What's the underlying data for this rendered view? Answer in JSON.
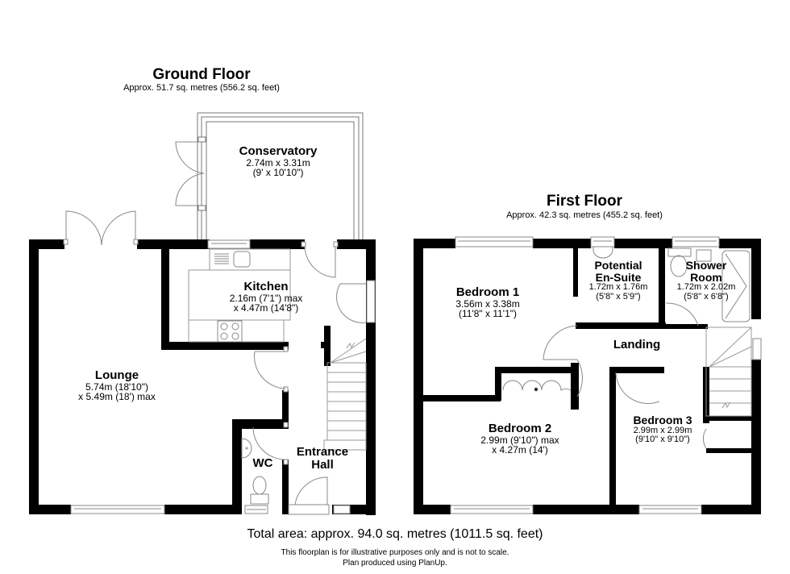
{
  "ground_floor": {
    "title": "Ground Floor",
    "area": "Approx. 51.7 sq. metres (556.2 sq. feet)",
    "rooms": {
      "conservatory": {
        "name": "Conservatory",
        "dim1": "2.74m x 3.31m",
        "dim2": "(9' x 10'10\")"
      },
      "kitchen": {
        "name": "Kitchen",
        "dim1": "2.16m (7'1\") max",
        "dim2": "x 4.47m (14'8\")"
      },
      "lounge": {
        "name": "Lounge",
        "dim1": "5.74m (18'10\")",
        "dim2": "x 5.49m (18') max"
      },
      "wc": {
        "name": "WC"
      },
      "entrance_hall": {
        "name1": "Entrance",
        "name2": "Hall"
      }
    }
  },
  "first_floor": {
    "title": "First Floor",
    "area": "Approx. 42.3 sq. metres (455.2 sq. feet)",
    "rooms": {
      "bedroom1": {
        "name": "Bedroom 1",
        "dim1": "3.56m x 3.38m",
        "dim2": "(11'8\" x 11'1\")"
      },
      "en_suite": {
        "name1": "Potential",
        "name2": "En-Suite",
        "dim1": "1.72m x 1.76m",
        "dim2": "(5'8\" x 5'9\")"
      },
      "shower_room": {
        "name1": "Shower",
        "name2": "Room",
        "dim1": "1.72m x 2.02m",
        "dim2": "(5'8\" x 6'8\")"
      },
      "landing": {
        "name": "Landing"
      },
      "bedroom2": {
        "name": "Bedroom 2",
        "dim1": "2.99m (9'10\") max",
        "dim2": "x 4.27m (14')"
      },
      "bedroom3": {
        "name": "Bedroom 3",
        "dim1": "2.99m x 2.99m",
        "dim2": "(9'10\" x 9'10\")"
      }
    }
  },
  "footer": {
    "total_area": "Total area: approx. 94.0 sq. metres (1011.5 sq. feet)",
    "disclaimer1": "This floorplan is for illustrative purposes only and is not to scale.",
    "disclaimer2": "Plan produced using PlanUp."
  },
  "colors": {
    "wall": "#000000",
    "background": "#ffffff",
    "fixture_line": "#888888"
  }
}
